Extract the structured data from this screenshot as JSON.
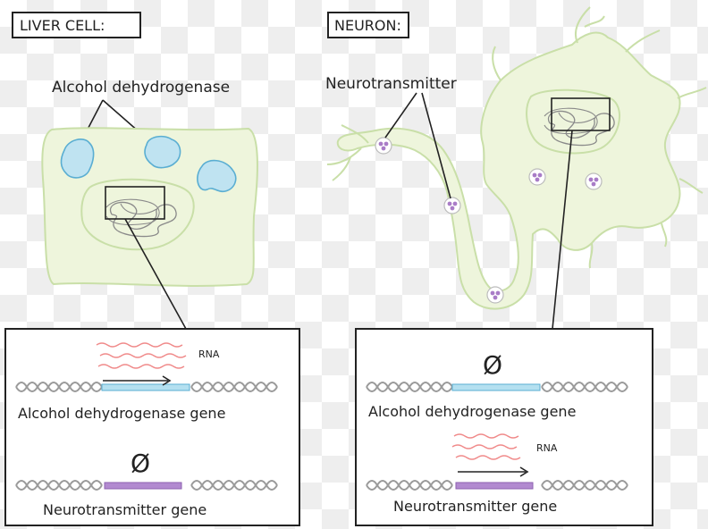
{
  "liver_panel": {
    "title": "LIVER CELL:",
    "enzyme_label": "Alcohol dehydrogenase",
    "inset": {
      "rna_label": "RNA",
      "gene1_label": "Alcohol dehydrogenase gene",
      "gene2_label": "Neurotransmitter gene",
      "gene2_symbol": "Ø"
    }
  },
  "neuron_panel": {
    "title": "NEURON:",
    "vesicle_label": "Neurotransmitter",
    "inset": {
      "gene1_symbol": "Ø",
      "gene1_label": "Alcohol dehydrogenase gene",
      "rna_label": "RNA",
      "gene2_label": "Neurotransmitter gene"
    }
  },
  "colors": {
    "cell_fill": "#eef5dc",
    "cell_stroke": "#c9dfa8",
    "enzyme_fill": "#bfe3f1",
    "enzyme_stroke": "#5aaed2",
    "vesicle_fill": "#a97cc7",
    "rna": "#f08a8a",
    "adh_gene": "#b4e0f0",
    "nt_gene": "#b28ad0",
    "dna": "#9a9a9a"
  }
}
